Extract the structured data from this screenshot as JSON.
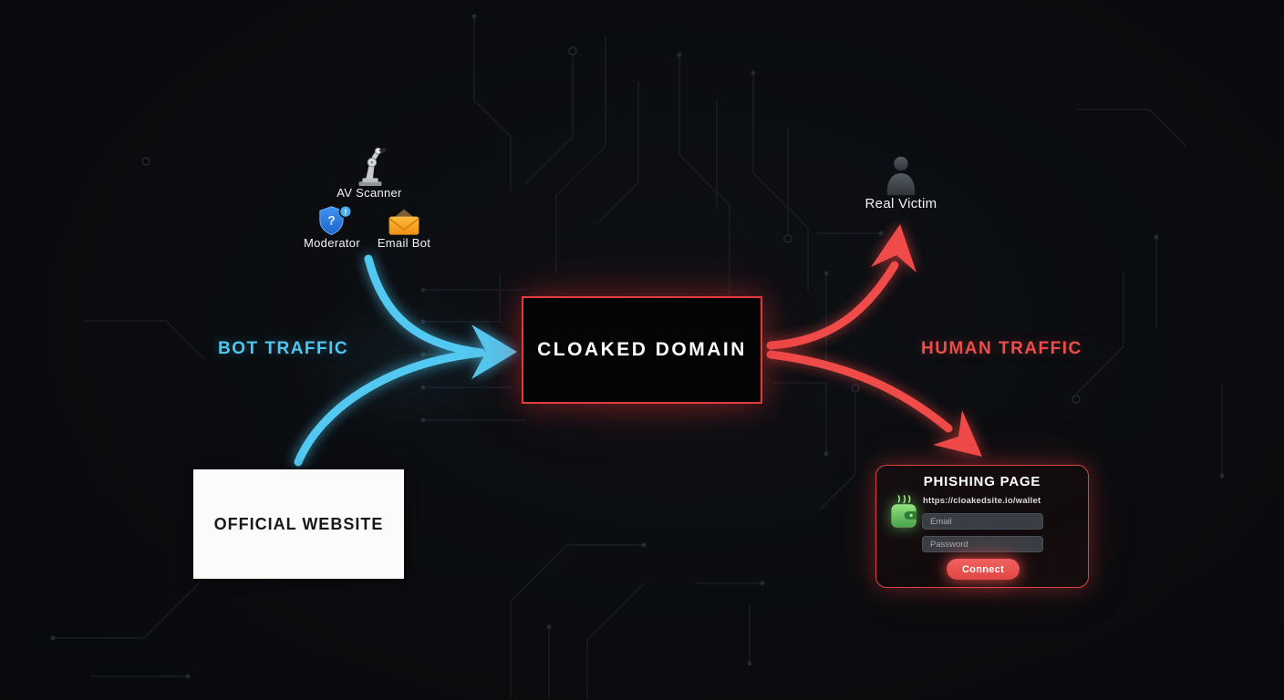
{
  "colors": {
    "background": "#0b0d10",
    "bot_accent": "#4ec7f0",
    "human_accent": "#ee4d4b",
    "box_border_red": "#e03c3c",
    "wallet_green": "#6fdc64"
  },
  "bot_side": {
    "traffic_label": "BOT TRAFFIC",
    "bots": [
      {
        "label": "AV Scanner",
        "icon": "robot-arm-icon"
      },
      {
        "label": "Moderator",
        "icon": "shield-question-icon"
      },
      {
        "label": "Email Bot",
        "icon": "envelope-icon"
      }
    ],
    "official_website": {
      "label": "OFFICIAL WEBSITE"
    }
  },
  "center": {
    "cloaked_domain": {
      "label": "CLOAKED DOMAIN"
    }
  },
  "human_side": {
    "traffic_label": "HUMAN TRAFFIC",
    "real_victim": {
      "label": "Real Victim",
      "icon": "person-icon"
    },
    "phishing_page": {
      "title": "PHISHING PAGE",
      "url": "https://cloakedsite.io/wallet",
      "email_placeholder": "Email",
      "password_placeholder": "Password",
      "connect_label": "Connect",
      "icon": "wallet-icon"
    }
  }
}
